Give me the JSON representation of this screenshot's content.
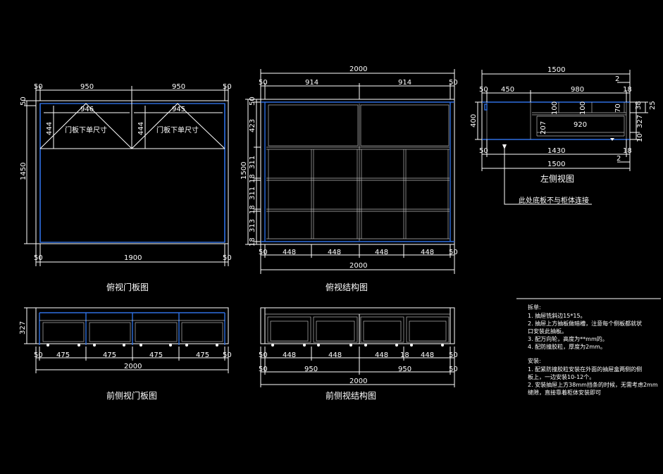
{
  "views": {
    "top_door": {
      "title": "俯视门板图",
      "dims_top": [
        "50",
        "950",
        "950",
        "50"
      ],
      "dims_inner": [
        "946",
        "945"
      ],
      "dims_left": [
        "50",
        "1450"
      ],
      "dims_inner_left": [
        "444",
        "444"
      ],
      "door_notes": [
        "门板下单尺寸",
        "门板下单尺寸"
      ],
      "dims_bottom": [
        "50",
        "1900",
        "50"
      ]
    },
    "top_struct": {
      "title": "俯视结构图",
      "dim_total_top": "2000",
      "dims_top": [
        "50",
        "914",
        "914",
        "50"
      ],
      "dims_left": [
        "50",
        "423",
        "311",
        "18",
        "311",
        "18",
        "313",
        "18"
      ],
      "dim_overall_left": "1500",
      "dims_bottom": [
        "50",
        "448",
        "448",
        "448",
        "448",
        "50"
      ],
      "dim_total_bottom": "2000"
    },
    "left_side": {
      "title": "左侧视图",
      "dim_total_top": "1500",
      "dim_small_top": "2",
      "dims_top": [
        "50",
        "450",
        "980",
        "18"
      ],
      "dims_inner": [
        "100",
        "100",
        "70",
        "920",
        "207"
      ],
      "dims_right": [
        "38",
        "25",
        "327",
        "10"
      ],
      "dim_left": "400",
      "dims_bottom": [
        "50",
        "1430",
        "18"
      ],
      "dim_total_bottom": "1500",
      "dim_small_bottom": "2",
      "leader_note": "此处底板不与柜体连接"
    },
    "front_door": {
      "title": "前侧视门板图",
      "dim_left": "327",
      "dims_bottom": [
        "50",
        "475",
        "475",
        "475",
        "475",
        "50"
      ],
      "dim_total_bottom": "2000"
    },
    "front_struct": {
      "title": "前侧视结构图",
      "dims_bottom": [
        "50",
        "448",
        "448",
        "448",
        "18",
        "448",
        "50"
      ],
      "dims_bottom2": [
        "50",
        "950",
        "950",
        "50"
      ],
      "dim_total_bottom": "2000"
    }
  },
  "notes": {
    "title1": "拆单:",
    "lines1": [
      "1. 抽屉铣斜边15*15。",
      "2. 抽屉上方抽板做暗槽，注意每个侧板都就状",
      "口安装此抽板。",
      "3. 配万向轮，高度为**mm的。",
      "4. 配防撞胶粒，厚度为2mm。"
    ],
    "title2": "安装:",
    "lines2": [
      "1. 配紧防撞胶粒安装在外面的抽屉盒两侧的侧",
      "板上，一边安装10-12个。",
      "2. 安装抽屉上方38mm挡条的时候，无需考虑2mm",
      "缝隙，直接靠着柜体安装即可"
    ]
  }
}
